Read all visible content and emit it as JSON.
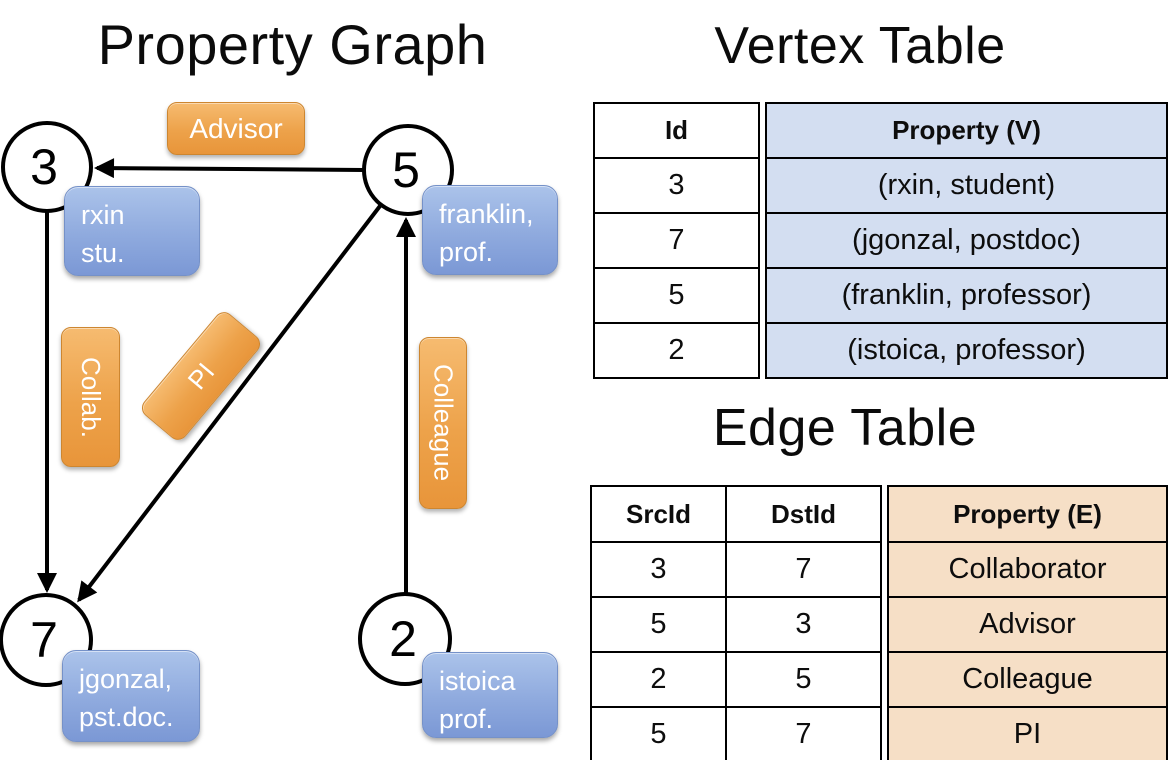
{
  "graph": {
    "title": "Property Graph",
    "nodes": [
      {
        "id": "3",
        "card": "rxin\nstu."
      },
      {
        "id": "5",
        "card": "franklin,\nprof."
      },
      {
        "id": "7",
        "card": "jgonzal,\npst.doc."
      },
      {
        "id": "2",
        "card": "istoica\nprof."
      }
    ],
    "edges": [
      {
        "src": "5",
        "dst": "3",
        "label": "Advisor"
      },
      {
        "src": "3",
        "dst": "7",
        "label": "Collab."
      },
      {
        "src": "5",
        "dst": "7",
        "label": "PI"
      },
      {
        "src": "2",
        "dst": "5",
        "label": "Colleague"
      }
    ],
    "edge_labels": {
      "advisor": "Advisor",
      "collab": "Collab.",
      "pi": "PI",
      "colleague": "Colleague"
    }
  },
  "vertex_table": {
    "title": "Vertex Table",
    "columns": [
      "Id",
      "Property (V)"
    ],
    "rows": [
      [
        "3",
        "(rxin, student)"
      ],
      [
        "7",
        "(jgonzal, postdoc)"
      ],
      [
        "5",
        "(franklin, professor)"
      ],
      [
        "2",
        "(istoica, professor)"
      ]
    ]
  },
  "edge_table": {
    "title": "Edge Table",
    "columns": [
      "SrcId",
      "DstId",
      "Property (E)"
    ],
    "rows": [
      [
        "3",
        "7",
        "Collaborator"
      ],
      [
        "5",
        "3",
        "Advisor"
      ],
      [
        "2",
        "5",
        "Colleague"
      ],
      [
        "5",
        "7",
        "PI"
      ]
    ]
  },
  "colors": {
    "edge_label_orange": "#eda24a",
    "node_card_blue": "#8faade",
    "vertex_property_fill": "#d3def1",
    "edge_property_fill": "#f6dfc6",
    "line_black": "#000000"
  }
}
